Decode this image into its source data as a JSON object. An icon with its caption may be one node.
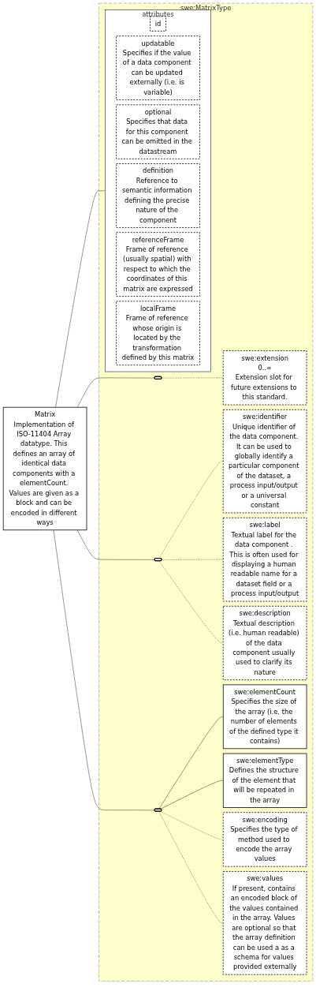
{
  "diagram": {
    "nodes": [
      {
        "text": [
          "Matrix",
          "Implementation of ISO-11404 Array datatype. This defines an array of identical data components with a elementCount. Values are given as a block and can be encoded in different ways"
        ]
      },
      {
        "text": [
          "swe:MatrixType"
        ]
      },
      {
        "text": [
          "attributes"
        ],
        "in": 1
      },
      {
        "text": [
          "id"
        ],
        "in": 2
      },
      {
        "text": [
          "updatable",
          "Specifies if the value of a data component can be updated externally (i.e. is variable)"
        ],
        "in": 2
      },
      {
        "text": [
          "optional",
          "Specifies that data for this component can be omitted in the datastream"
        ],
        "in": 2
      },
      {
        "text": [
          "definition",
          "Reference to semantic information defining the precise nature of the component"
        ],
        "in": 2
      },
      {
        "text": [
          "referenceFrame",
          "Frame of reference (usually spatial) with respect to which the coordinates of this matrix are expressed"
        ],
        "in": 2
      },
      {
        "text": [
          "localFrame",
          "Frame of reference whose origin is located by the transformation defined by this matrix"
        ],
        "in": 2
      },
      {
        "text": [],
        "shape": "octagon",
        "in": 1
      },
      {
        "text": [
          "swe:extension",
          "0..∞",
          "Extension slot for future extensions to this standard."
        ],
        "in": 1
      },
      {
        "text": [],
        "shape": "octagon",
        "in": 1
      },
      {
        "text": [
          "swe:identifier",
          "Unique identifier of the data component. It can be used to globally identify a particular component of the dataset, a process input/output or a universal constant"
        ],
        "in": 1
      },
      {
        "text": [
          "swe:label",
          "Textual label for the data component . This is often used for displaying a human readable name for a dataset field or a process input/output"
        ],
        "in": 1
      },
      {
        "text": [
          "swe:description",
          "Textual description (i.e. human readable) of the data component usually used to clarify its nature"
        ],
        "in": 1
      },
      {
        "text": [],
        "shape": "octagon",
        "in": 1
      },
      {
        "text": [
          "swe:elementCount",
          "Specifies the size of the array (i.e. the number of elements of the defined type it contains)"
        ],
        "in": 1
      },
      {
        "text": [
          "swe:elementType",
          "Defines the structure of the element that will be repeated in the array"
        ],
        "in": 1
      },
      {
        "text": [
          "swe:encoding",
          "Specifies the type of method used to encode the array values"
        ],
        "in": 1
      },
      {
        "text": [
          "swe:values",
          "If present, contains an encoded block of the values contained in the array. Values are optional so that the array definition can be used a as a schema for values provided externally"
        ],
        "in": 1
      }
    ],
    "edges": [
      {
        "from": 0,
        "to": 2,
        "arrow": "none"
      },
      {
        "from": 0,
        "to": 9,
        "arrow": "none"
      },
      {
        "from": 0,
        "to": 11,
        "arrow": "none"
      },
      {
        "from": 0,
        "to": 15,
        "arrow": "none"
      },
      {
        "from": 9,
        "to": 10,
        "arrow": "none",
        "style": "dashed"
      },
      {
        "from": 11,
        "to": 12,
        "arrow": "none",
        "style": "dashed"
      },
      {
        "from": 11,
        "to": 13,
        "arrow": "none",
        "style": "dashed"
      },
      {
        "from": 11,
        "to": 14,
        "arrow": "none",
        "style": "dashed"
      },
      {
        "from": 15,
        "to": 16,
        "arrow": "none"
      },
      {
        "from": 15,
        "to": 17,
        "arrow": "none"
      },
      {
        "from": 15,
        "to": 18,
        "arrow": "none",
        "style": "dashed"
      },
      {
        "from": 15,
        "to": 19,
        "arrow": "none",
        "style": "dashed"
      }
    ]
  }
}
